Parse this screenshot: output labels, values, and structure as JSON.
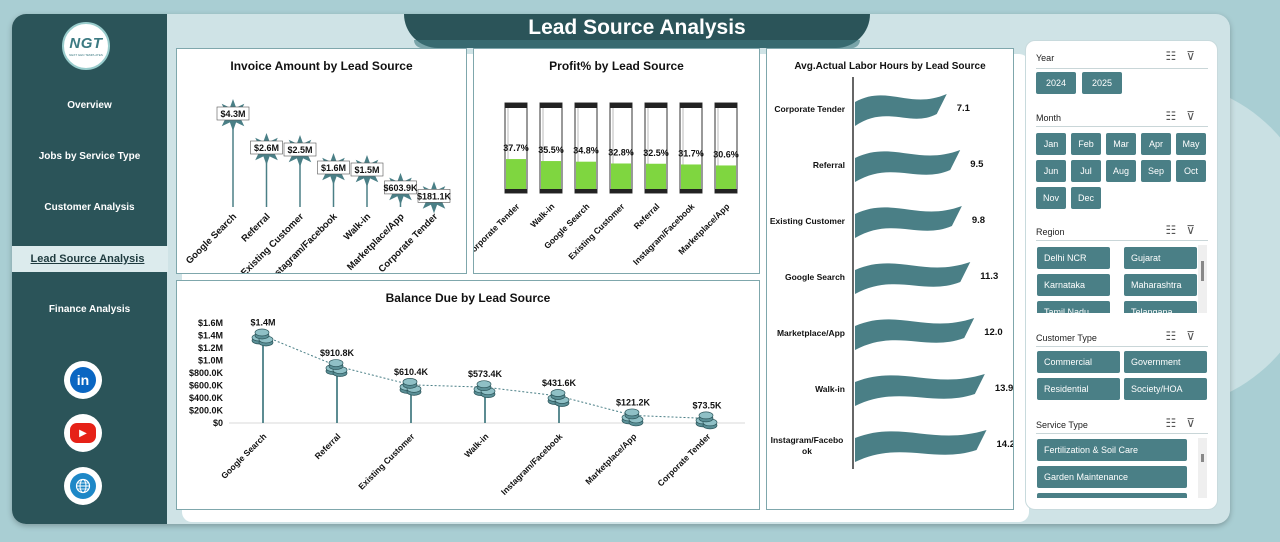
{
  "title": "Lead Source Analysis",
  "logo": {
    "text": "NGT",
    "subtext": "NEXT GEN TEMPLATES"
  },
  "nav": [
    {
      "label": "Overview"
    },
    {
      "label": "Jobs by Service Type"
    },
    {
      "label": "Customer Analysis"
    },
    {
      "label": "Lead Source Analysis",
      "active": true
    },
    {
      "label": "Finance Analysis"
    }
  ],
  "social": [
    {
      "icon": "linkedin-icon",
      "text": "in",
      "color": "#0a66c2"
    },
    {
      "icon": "youtube-icon",
      "text": "▶",
      "color": "#e62117"
    },
    {
      "icon": "globe-icon",
      "text": "🌐",
      "color": "#1e88c7"
    }
  ],
  "chart_data": [
    {
      "id": "invoice",
      "type": "scatter",
      "title": "Invoice Amount by Lead Source",
      "categories": [
        "Google Search",
        "Referral",
        "Existing Customer",
        "Instagram/Facebook",
        "Walk-in",
        "Marketplace/App",
        "Corporate Tender"
      ],
      "values": [
        4300000,
        2600000,
        2500000,
        1600000,
        1500000,
        603900,
        181100
      ],
      "labels": [
        "$4.3M",
        "$2.6M",
        "$2.5M",
        "$1.6M",
        "$1.5M",
        "$603.9K",
        "$181.1K"
      ],
      "ylim": [
        0,
        5000000
      ]
    },
    {
      "id": "profit",
      "type": "bar",
      "title": "Profit% by Lead Source",
      "categories": [
        "Corporate Tender",
        "Walk-in",
        "Google Search",
        "Existing Customer",
        "Referral",
        "Instagram/Facebook",
        "Marketplace/App"
      ],
      "values": [
        37.7,
        35.5,
        34.8,
        32.8,
        32.5,
        31.7,
        30.6
      ],
      "labels": [
        "37.7%",
        "35.5%",
        "34.8%",
        "32.8%",
        "32.5%",
        "31.7%",
        "30.6%"
      ],
      "ylim": [
        0,
        100
      ]
    },
    {
      "id": "hours",
      "type": "bar",
      "title": "Avg.Actual Labor Hours by Lead Source",
      "categories": [
        "Corporate Tender",
        "Referral",
        "Existing Customer",
        "Google Search",
        "Marketplace/App",
        "Walk-in",
        "Instagram/Facebook"
      ],
      "values": [
        7.1,
        9.5,
        9.8,
        11.3,
        12.0,
        13.9,
        14.2
      ],
      "labels": [
        "7.1",
        "9.5",
        "9.8",
        "11.3",
        "12.0",
        "13.9",
        "14.2"
      ]
    },
    {
      "id": "balance",
      "type": "line",
      "title": "Balance Due by Lead Source",
      "categories": [
        "Google Search",
        "Referral",
        "Existing Customer",
        "Walk-in",
        "Instagram/Facebook",
        "Marketplace/App",
        "Corporate Tender"
      ],
      "values": [
        1400000,
        910800,
        610400,
        573400,
        431600,
        121200,
        73500
      ],
      "labels": [
        "$1.4M",
        "$910.8K",
        "$610.4K",
        "$573.4K",
        "$431.6K",
        "$121.2K",
        "$73.5K"
      ],
      "yticks": [
        "$1.6M",
        "$1.4M",
        "$1.2M",
        "$1.0M",
        "$800.0K",
        "$600.0K",
        "$400.0K",
        "$200.0K",
        "$0"
      ],
      "ylim": [
        0,
        1600000
      ]
    }
  ],
  "slicers": {
    "year": {
      "label": "Year",
      "items": [
        "2024",
        "2025"
      ]
    },
    "month": {
      "label": "Month",
      "items": [
        "Jan",
        "Feb",
        "Mar",
        "Apr",
        "May",
        "Jun",
        "Jul",
        "Aug",
        "Sep",
        "Oct",
        "Nov",
        "Dec"
      ]
    },
    "region": {
      "label": "Region",
      "items": [
        "Delhi NCR",
        "Gujarat",
        "Karnataka",
        "Maharashtra",
        "Tamil Nadu",
        "Telangana"
      ]
    },
    "customer_type": {
      "label": "Customer Type",
      "items": [
        "Commercial",
        "Government",
        "Residential",
        "Society/HOA"
      ]
    },
    "service_type": {
      "label": "Service Type",
      "items": [
        "Fertilization & Soil Care",
        "Garden Maintenance",
        ""
      ]
    }
  },
  "colors": {
    "sidebar": "#2b5459",
    "chip": "#4a7f86",
    "accent": "#4a7f86",
    "bar_fill": "#7fd640"
  }
}
